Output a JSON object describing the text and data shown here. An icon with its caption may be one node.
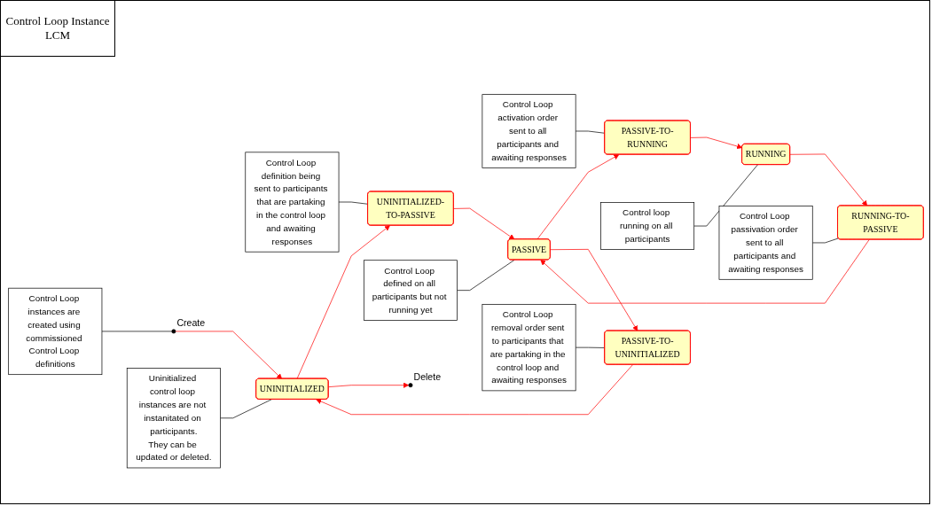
{
  "diagram": {
    "title": "Control Loop Instance LCM",
    "nodes": [
      {
        "text": [
          "Control Loop instances are created using commissioned Control Loop definitions"
        ]
      },
      {
        "text": [],
        "shape": "circle",
        "beside": [
          "Create"
        ]
      },
      {
        "text": [
          "Control Loop definition being sent to participants that are partaking in the control loop and awaiting responses"
        ]
      },
      {
        "text": [
          "Control Loop activation order sent to all participants and awaiting responses"
        ]
      },
      {
        "text": [
          "Uninitialized control loop instances are not instanitated on participants.",
          "They can be updated or deleted."
        ]
      },
      {
        "text": [
          "UNINITIALIZED-TO-PASSIVE"
        ]
      },
      {
        "text": [
          "PASSIVE-TO-RUNNING"
        ]
      },
      {
        "text": [
          "Control Loop defined on all participants but not running yet"
        ]
      },
      {
        "text": [
          "Control loop running on all participants"
        ]
      },
      {
        "text": [
          "UNINITIALIZED"
        ]
      },
      {
        "text": [
          "PASSIVE"
        ]
      },
      {
        "text": [
          "RUNNING"
        ]
      },
      {
        "text": [
          "Control Loop removal order sent to participants that are partaking in the control loop and awaiting responses"
        ]
      },
      {
        "text": [
          "Control Loop passivation order sent to all participants and awaiting responses"
        ]
      },
      {
        "text": [
          "PASSIVE-TO-UNINITIALIZED"
        ]
      },
      {
        "text": [
          "RUNNING-TO-PASSIVE"
        ]
      },
      {
        "text": [],
        "shape": "circle",
        "beside": [
          "Delete"
        ]
      }
    ],
    "edges": [
      {
        "from": 1,
        "to": 9,
        "arrow": "to"
      },
      {
        "from": 9,
        "to": 5,
        "arrow": "to"
      },
      {
        "from": 5,
        "to": 10,
        "arrow": "to"
      },
      {
        "from": 10,
        "to": 6,
        "arrow": "to"
      },
      {
        "from": 6,
        "to": 11,
        "arrow": "to"
      },
      {
        "from": 11,
        "to": 15,
        "arrow": "to"
      },
      {
        "from": 15,
        "to": 10,
        "arrow": "to"
      },
      {
        "from": 10,
        "to": 14,
        "arrow": "to"
      },
      {
        "from": 14,
        "to": 9,
        "arrow": "to"
      },
      {
        "from": 9,
        "to": 16,
        "arrow": "to"
      },
      {
        "from": 0,
        "to": 1,
        "arrow": "none",
        "color": "#000000"
      },
      {
        "from": 2,
        "to": 5,
        "arrow": "none",
        "color": "#000000"
      },
      {
        "from": 3,
        "to": 6,
        "arrow": "none",
        "color": "#000000"
      },
      {
        "from": 4,
        "to": 9,
        "arrow": "none",
        "color": "#000000"
      },
      {
        "from": 7,
        "to": 10,
        "arrow": "none",
        "color": "#000000"
      },
      {
        "from": 8,
        "to": 11,
        "arrow": "none",
        "color": "#000000"
      },
      {
        "from": 12,
        "to": 14,
        "arrow": "none",
        "color": "#000000"
      },
      {
        "from": 13,
        "to": 15,
        "arrow": "none",
        "color": "#000000"
      }
    ]
  }
}
